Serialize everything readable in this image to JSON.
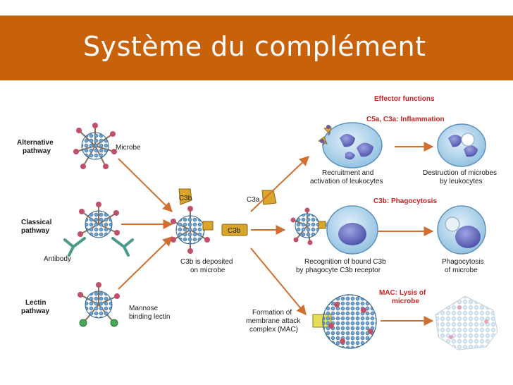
{
  "title": "Système du complément",
  "pathways": {
    "alternative": "Alternative pathway",
    "classical": "Classical pathway",
    "lectin": "Lectin pathway"
  },
  "labels": {
    "microbe": "Microbe",
    "antibody": "Antibody",
    "mannose": "Mannose binding lectin",
    "c3b_small": "C3b",
    "c3b_box": "C3b",
    "c3a": "C3a",
    "c3b_deposited": "C3b is deposited on microbe",
    "mac_formation": "Formation of membrane attack complex (MAC)"
  },
  "effector": {
    "heading": "Effector functions",
    "inflammation": "C5a, C3a: Inflammation",
    "recruitment": "Recruitment and activation of leukocytes",
    "destruction": "Destruction of microbes by leukocytes",
    "phagocytosis_heading": "C3b: Phagocytosis",
    "recognition": "Recognition of bound C3b by phagocyte C3b receptor",
    "phagocytosis": "Phagocytosis of microbe",
    "lysis_heading": "MAC: Lysis of microbe"
  },
  "colors": {
    "title_bar": "#c8620a",
    "effector_red": "#cc2222",
    "microbe_blue": "#4e86b3",
    "spike_red": "#c0506a",
    "c3b_gold": "#d9a52a",
    "cell_light": "#a9cfe6",
    "nucleus": "#6b6fc2"
  }
}
